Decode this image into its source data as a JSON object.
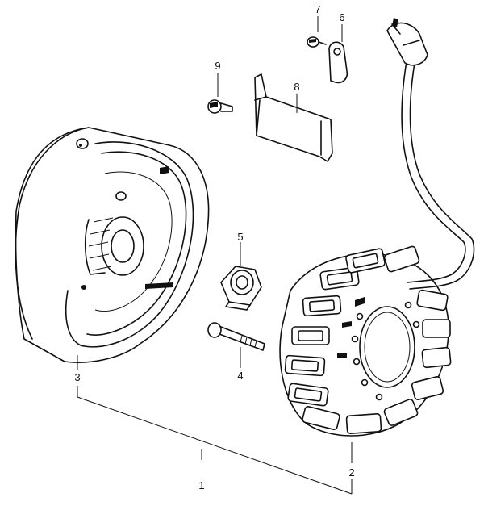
{
  "callouts": [
    {
      "id": "part-1",
      "label": "1"
    },
    {
      "id": "part-2",
      "label": "2"
    },
    {
      "id": "part-3",
      "label": "3"
    },
    {
      "id": "part-4",
      "label": "4"
    },
    {
      "id": "part-5",
      "label": "5"
    },
    {
      "id": "part-6",
      "label": "6"
    },
    {
      "id": "part-7",
      "label": "7"
    },
    {
      "id": "part-8",
      "label": "8"
    },
    {
      "id": "part-9",
      "label": "9"
    }
  ]
}
